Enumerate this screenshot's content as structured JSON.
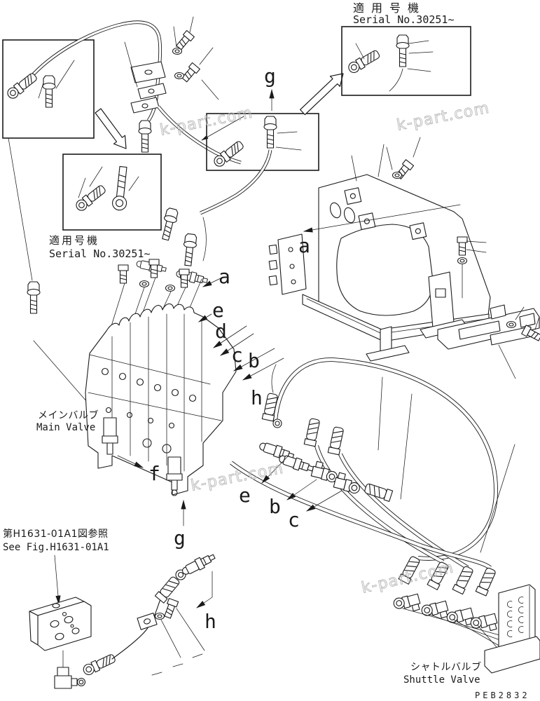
{
  "diagram": {
    "figure_code": "PEB2832",
    "watermark": "k-part.com"
  },
  "insets": {
    "top_right": {
      "title_jp": "適用号機",
      "title_en": "Serial No.30251~"
    },
    "left": {
      "title_jp": "適用号機",
      "title_en": "Serial No.30251~"
    }
  },
  "labels": {
    "main_valve_jp": "メインバルブ",
    "main_valve_en": "Main Valve",
    "shuttle_valve_jp": "シャトルバルブ",
    "shuttle_valve_en": "Shuttle Valve",
    "reference_jp": "第H1631-01A1図参照",
    "reference_en": "See Fig.H1631-01A1"
  },
  "callouts": {
    "a1": "a",
    "a2": "a",
    "b1": "b",
    "b2": "b",
    "c1": "c",
    "c2": "c",
    "d1": "d",
    "e1": "e",
    "e2": "e",
    "f1": "f",
    "g1": "g",
    "g2": "g",
    "h1": "h",
    "h2": "h"
  }
}
